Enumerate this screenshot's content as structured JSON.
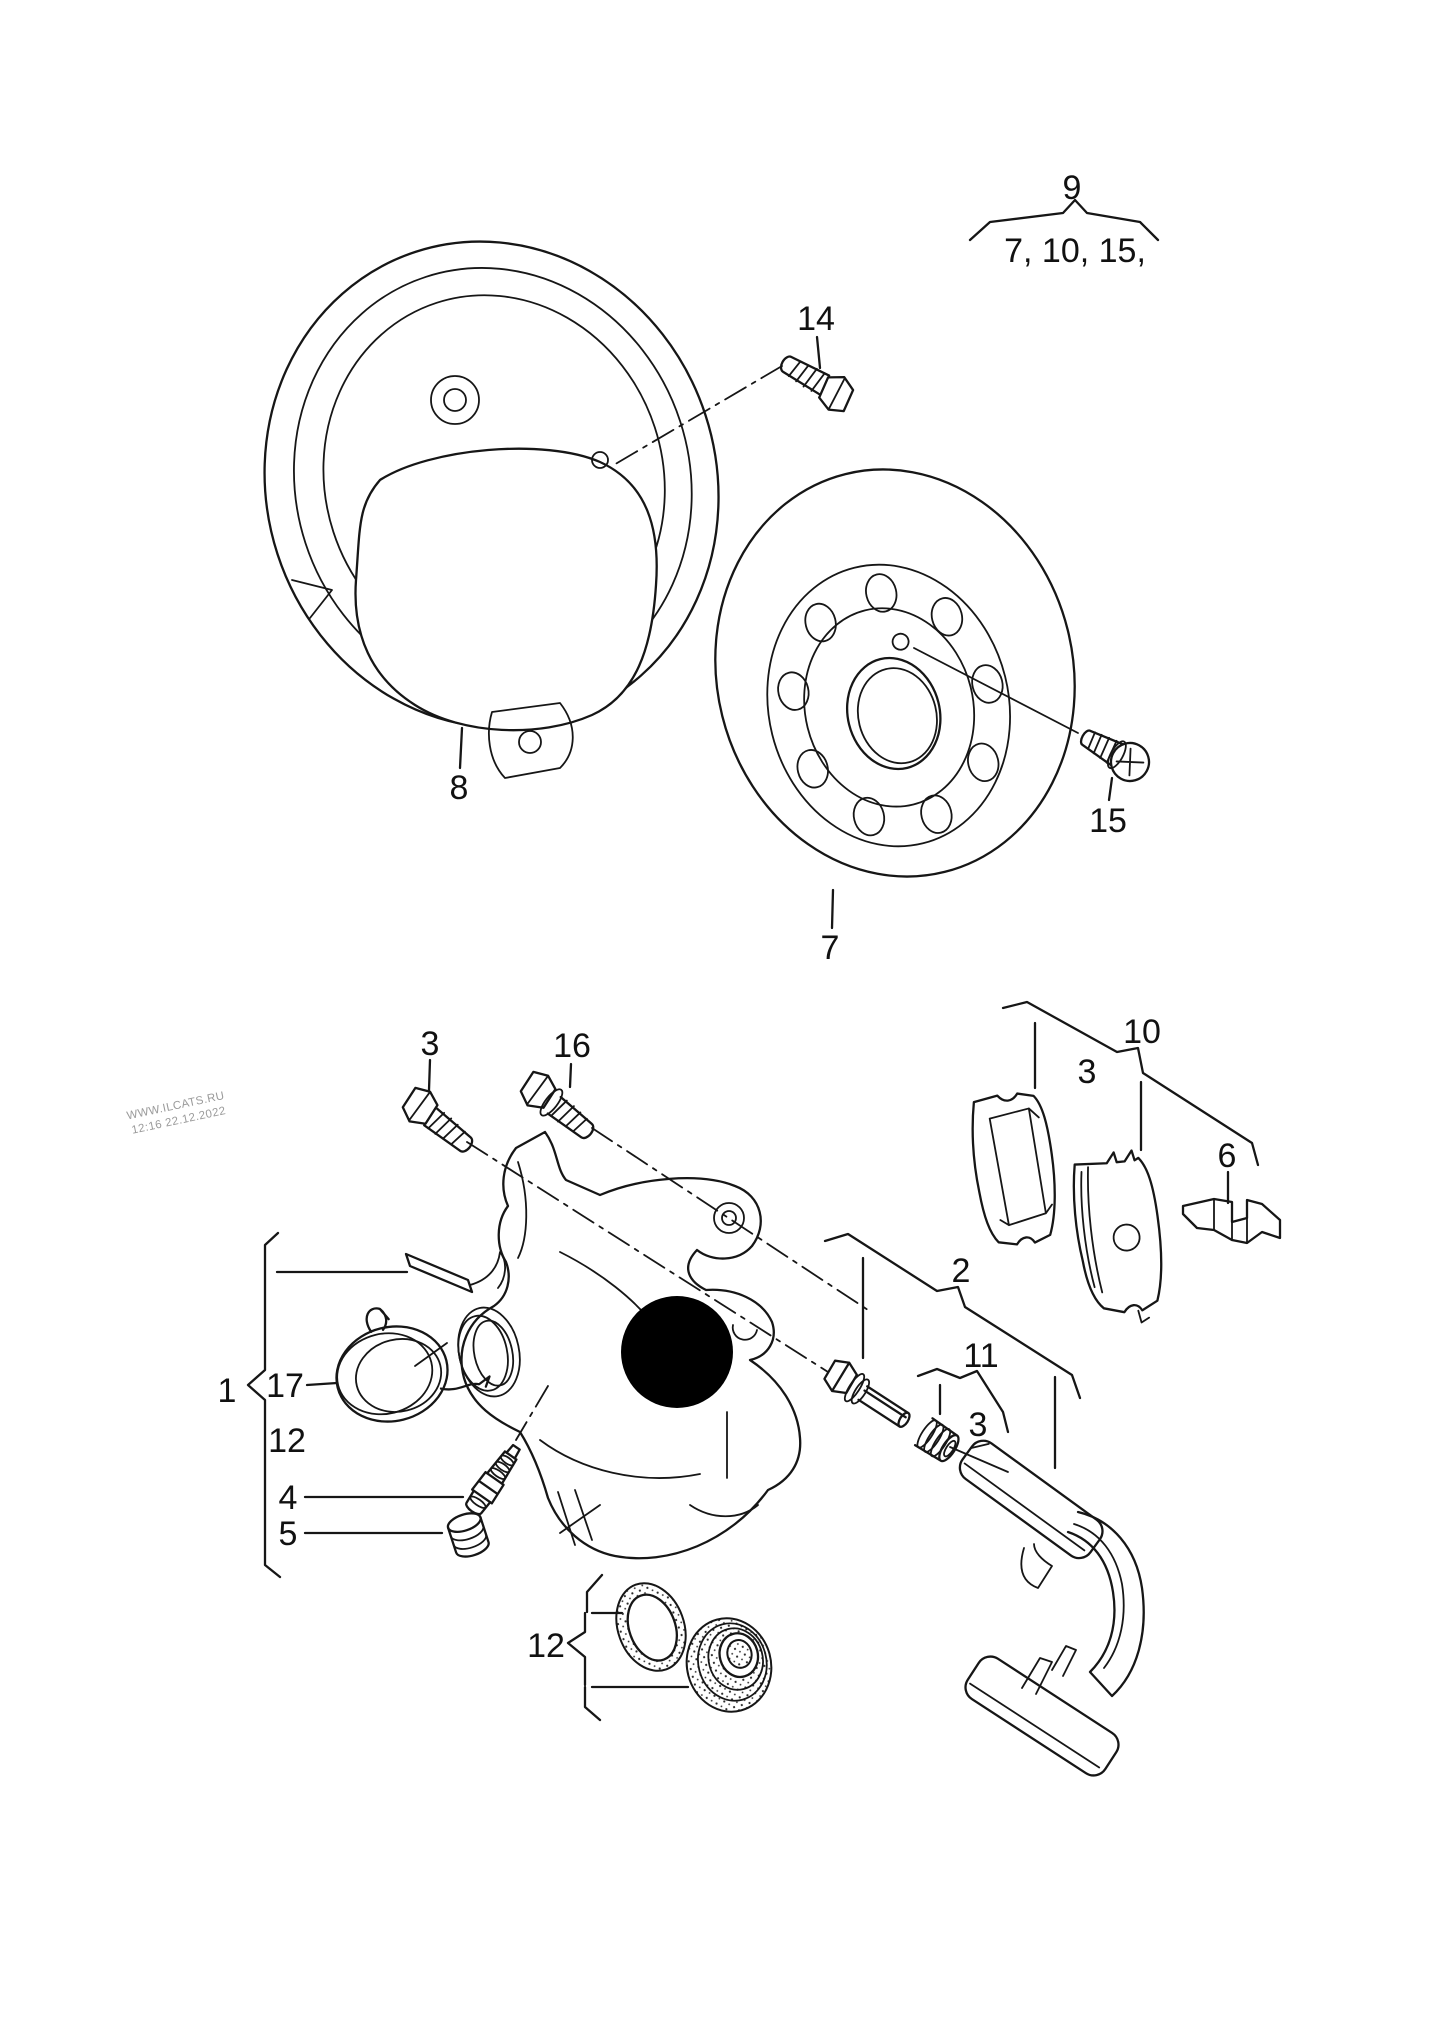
{
  "page": {
    "background": "#ffffff",
    "ink": "#161616"
  },
  "watermark": {
    "line1": "WWW.ILCATS.RU",
    "line2": "12:16 22.12.2022",
    "color": "#9a9a9a"
  },
  "callouts": {
    "group9": {
      "label": "9",
      "items": "7, 10, 15,"
    },
    "bolt14": {
      "label": "14"
    },
    "shield8": {
      "label": "8"
    },
    "disc7": {
      "label": "7"
    },
    "screw15": {
      "label": "15"
    },
    "bolt3": {
      "label": "3"
    },
    "bolt16": {
      "label": "16"
    },
    "kit1": {
      "label": "1"
    },
    "spring17": {
      "label": "17"
    },
    "kit12_upper": {
      "label": "12"
    },
    "bleeder4": {
      "label": "4"
    },
    "cap5": {
      "label": "5"
    },
    "pads10": {
      "label": "10"
    },
    "pad3": {
      "label": "3"
    },
    "clip6": {
      "label": "6"
    },
    "carrier2": {
      "label": "2"
    },
    "sleeve11": {
      "label": "11"
    },
    "sleeve3": {
      "label": "3"
    },
    "kit12_lower": {
      "label": "12"
    }
  }
}
